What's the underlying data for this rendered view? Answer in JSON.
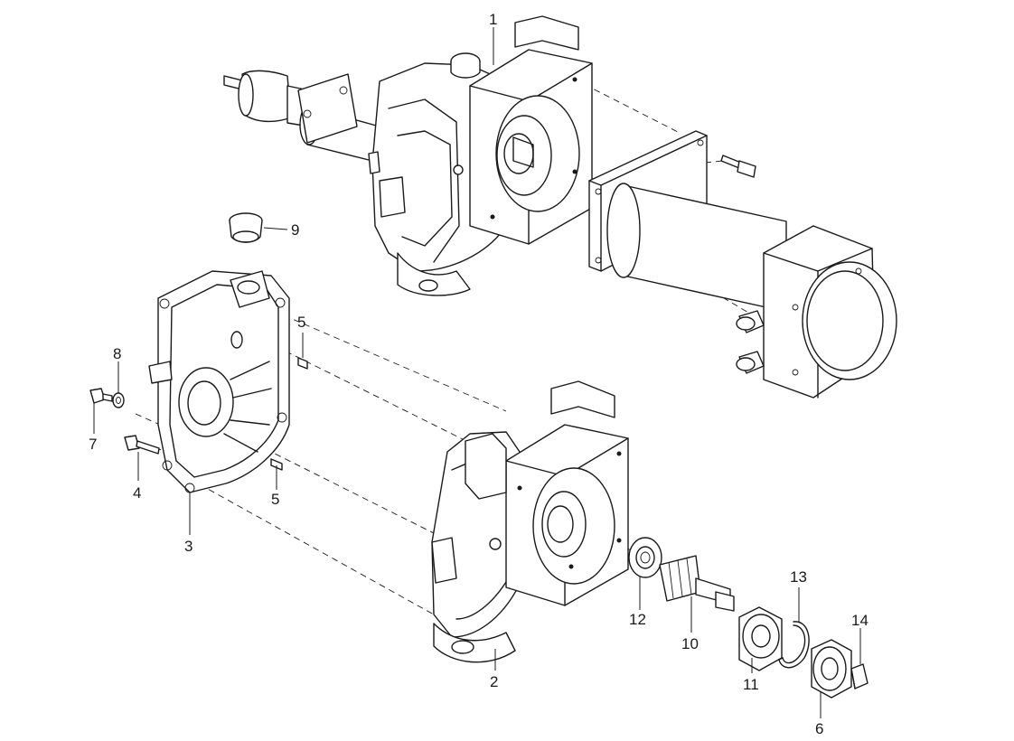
{
  "diagram": {
    "type": "exploded parts diagram",
    "callouts": [
      "1",
      "2",
      "3",
      "4",
      "5",
      "5",
      "6",
      "7",
      "8",
      "9",
      "10",
      "11",
      "12",
      "13",
      "14"
    ]
  }
}
